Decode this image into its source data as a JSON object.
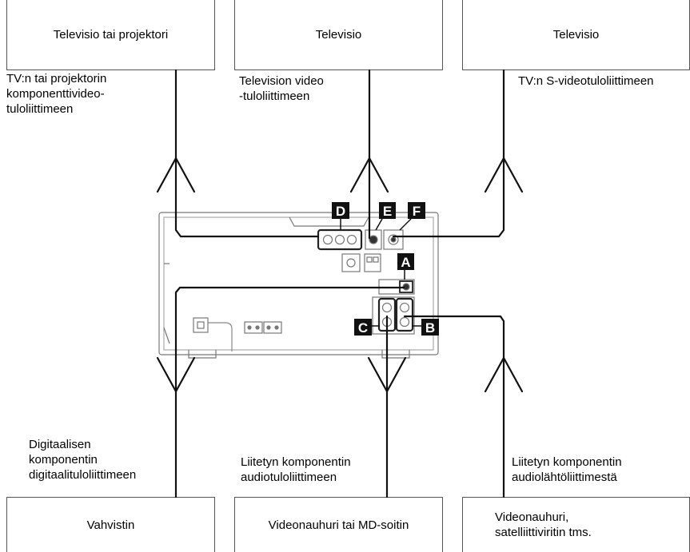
{
  "top_devices": [
    {
      "label": "Televisio tai projektori"
    },
    {
      "label": "Televisio"
    },
    {
      "label": "Televisio"
    }
  ],
  "top_captions": [
    {
      "lines": [
        "TV:n tai projektorin",
        "komponenttivideo-",
        "tuloliittimeen"
      ]
    },
    {
      "lines": [
        "Television video",
        "-tuloliittimeen"
      ]
    },
    {
      "lines": [
        "TV:n S-videotuloliittimeen"
      ]
    }
  ],
  "bottom_devices": [
    {
      "label": "Vahvistin"
    },
    {
      "label": "Videonauhuri tai MD-soitin"
    },
    {
      "lines": [
        "Videonauhuri,",
        "satelliittiviritin tms."
      ]
    }
  ],
  "bottom_captions": [
    {
      "lines": [
        "Digitaalisen",
        "komponentin",
        "digitaalituloliittimeen"
      ]
    },
    {
      "lines": [
        "Liitetyn komponentin",
        "audiotuloliittimeen"
      ]
    },
    {
      "lines": [
        "Liitetyn komponentin",
        "audiolähtöliittimestä"
      ]
    }
  ],
  "connector_badges": [
    "A",
    "B",
    "C",
    "D",
    "E",
    "F"
  ]
}
